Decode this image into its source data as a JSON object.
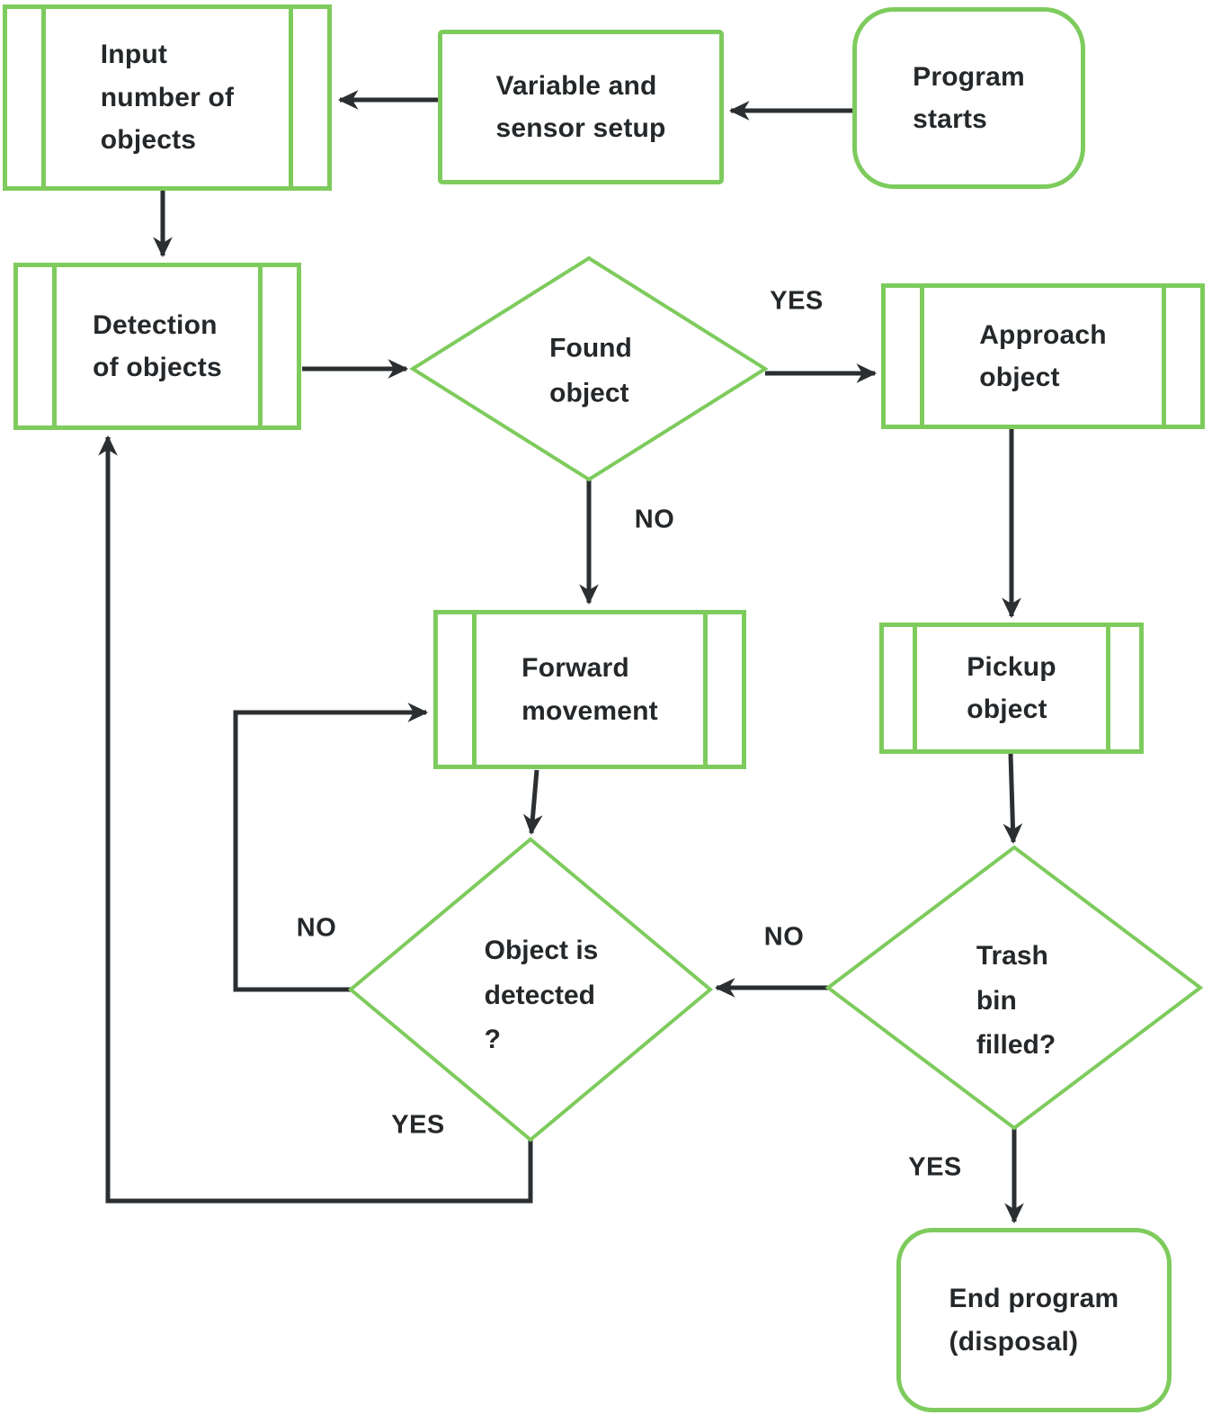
{
  "nodes": {
    "program_starts": {
      "label": "Program\nstarts"
    },
    "variable_sensor_setup": {
      "label": "Variable and\nsensor setup"
    },
    "input_number_objects": {
      "label": "Input\nnumber of\nobjects"
    },
    "detection_of_objects": {
      "label": "Detection\nof objects"
    },
    "found_object": {
      "label": "Found\nobject"
    },
    "approach_object": {
      "label": "Approach\nobject"
    },
    "forward_movement": {
      "label": "Forward\nmovement"
    },
    "pickup_object": {
      "label": "Pickup\nobject"
    },
    "object_is_detected": {
      "label": "Object is\ndetected\n?"
    },
    "trash_bin_filled": {
      "label": "Trash\nbin\nfilled?"
    },
    "end_program": {
      "label": "End program\n(disposal)"
    }
  },
  "edge_labels": {
    "found_object_yes": "YES",
    "found_object_no": "NO",
    "object_detected_no": "NO",
    "object_detected_yes": "YES",
    "trash_bin_no": "NO",
    "trash_bin_yes": "YES"
  },
  "colors": {
    "shape_border": "#7ecb5d",
    "connector": "#2b2f31",
    "text": "#25282a",
    "background": "#ffffff"
  }
}
